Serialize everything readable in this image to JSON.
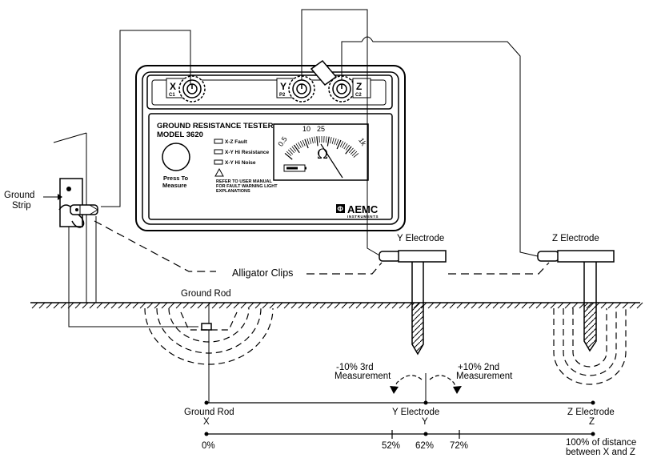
{
  "labels": {
    "ground_strip_line1": "Ground",
    "ground_strip_line2": "Strip",
    "alligator_clips": "Alligator Clips",
    "ground_rod_top": "Ground Rod",
    "y_electrode_top": "Y Electrode",
    "z_electrode_top": "Z Electrode",
    "minus_pct_line1": "-10%  3rd",
    "minus_pct_line2": "Measurement",
    "plus_pct_line1": "+10%  2nd",
    "plus_pct_line2": "Measurement"
  },
  "scale": {
    "points": [
      {
        "name": "Ground Rod",
        "letter": "X"
      },
      {
        "name": "Y Electrode",
        "letter": "Y"
      },
      {
        "name": "Z Electrode",
        "letter": "Z"
      }
    ],
    "percents": [
      "0%",
      "52%",
      "62%",
      "72%"
    ],
    "end_line1": "100% of distance",
    "end_line2": "between X and Z"
  },
  "tester": {
    "title_line1": "GROUND RESISTANCE TESTER",
    "title_line2": "MODEL 3620",
    "button_line1": "Press To",
    "button_line2": "Measure",
    "indicators": [
      "X-Z  Fault",
      "X-Y  Hi Resistance",
      "X-Y  Hi Noise"
    ],
    "warning_line1": "REFER TO USER MANUAL",
    "warning_line2": "FOR FAULT WARNING LIGHT",
    "warning_line3": "EXPLANATIONS",
    "terminals": [
      {
        "letter": "X",
        "sub": "C1"
      },
      {
        "letter": "Y",
        "sub": "P2"
      },
      {
        "letter": "Z",
        "sub": "C2"
      }
    ],
    "dial_labels": [
      "0.5",
      "10",
      "25",
      "1k"
    ],
    "unit_symbol": "Ω",
    "brand": "AEMC",
    "brand_sub": "INSTRUMENTS"
  }
}
